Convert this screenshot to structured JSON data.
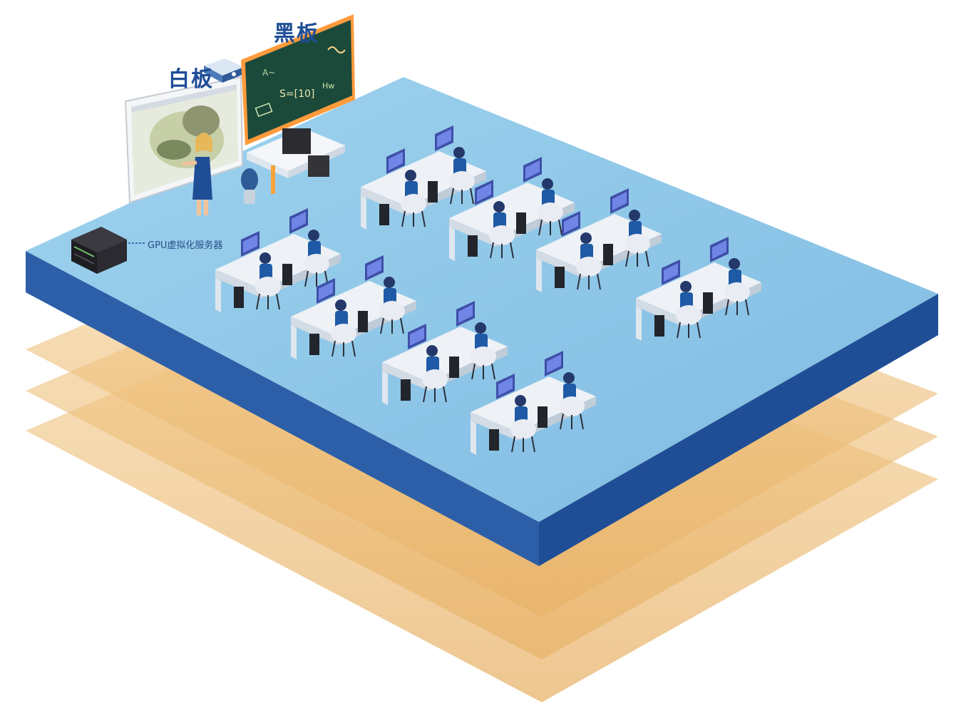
{
  "labels": {
    "whiteboard": "白板",
    "blackboard": "黑板",
    "gpu_server": "GPU虚拟化服务器"
  },
  "colors": {
    "floor_top": "#8cc8ea",
    "floor_side_left": "#2d5fa8",
    "floor_side_right": "#1f4e96",
    "layer_orange": "#f0c27a",
    "blackboard": "#1c4a3a",
    "text": "#1f4e96"
  },
  "icons": {
    "server": "gpu-server-icon",
    "projector": "projector-icon",
    "teacher": "teacher-icon",
    "student": "student-icon",
    "plant": "plant-icon"
  }
}
